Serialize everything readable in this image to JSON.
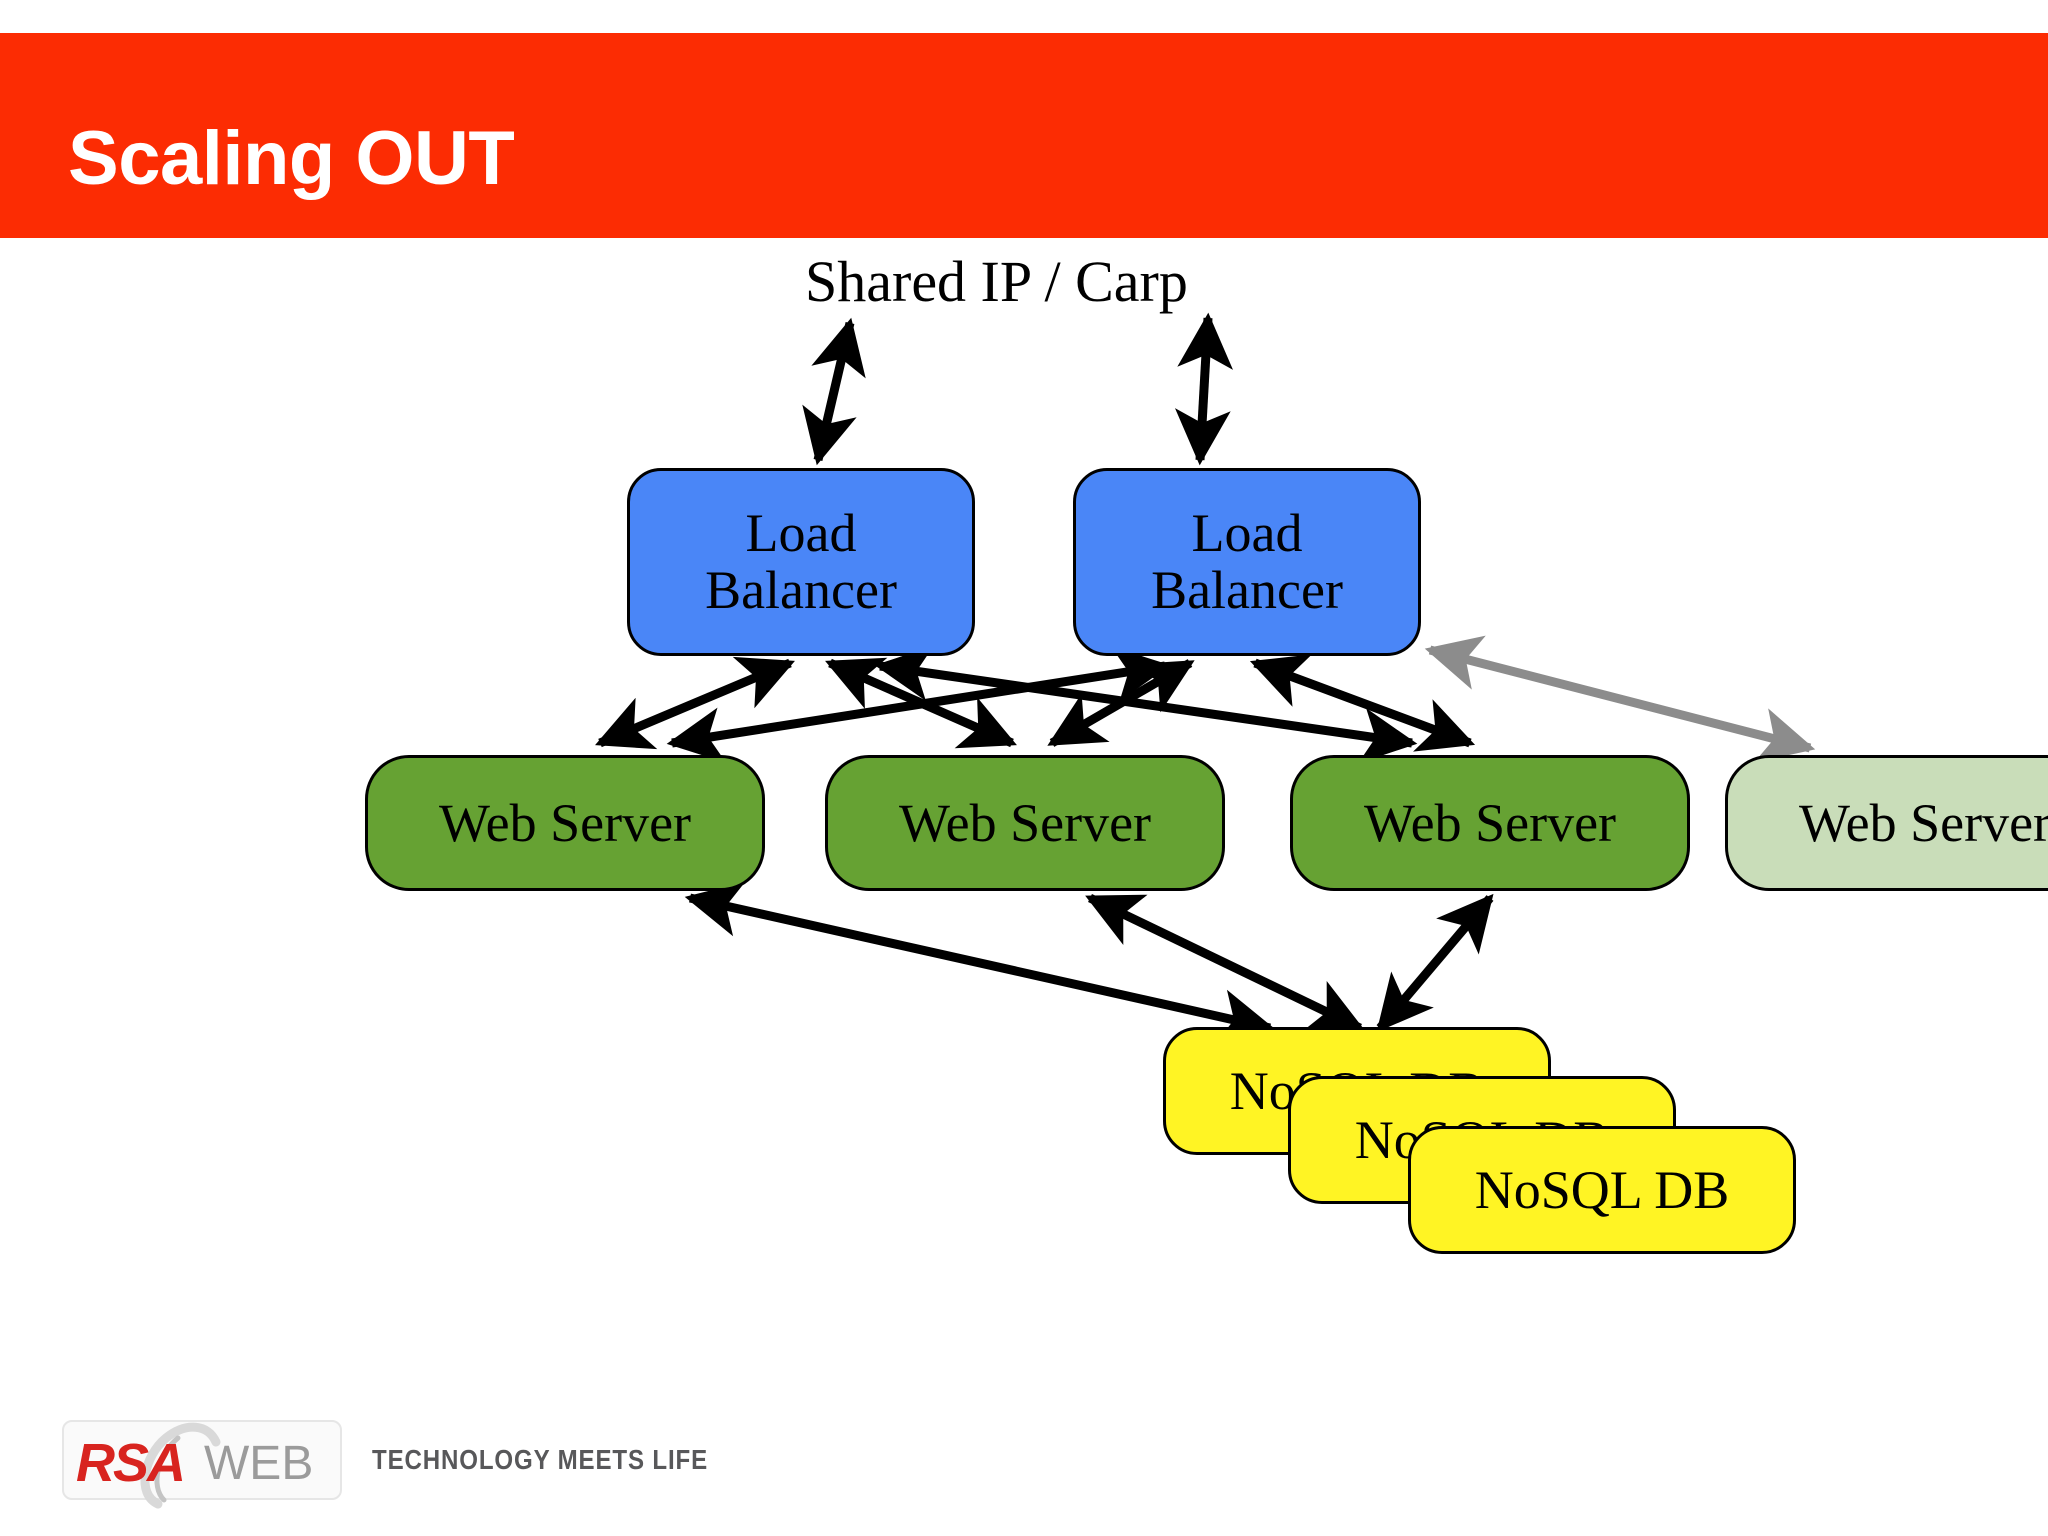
{
  "slide": {
    "title": "Scaling OUT",
    "title_bar_color": "#fc2c03",
    "background_color": "#ffffff"
  },
  "diagram": {
    "caption": "Shared IP / Carp",
    "load_balancers": [
      {
        "label": "Load\nBalancer",
        "line1": "Load",
        "line2": "Balancer",
        "color": "#4a86f7"
      },
      {
        "label": "Load\nBalancer",
        "line1": "Load",
        "line2": "Balancer",
        "color": "#4a86f7"
      }
    ],
    "web_servers": [
      {
        "label": "Web Server",
        "color": "#66a233",
        "state": "active"
      },
      {
        "label": "Web Server",
        "color": "#66a233",
        "state": "active"
      },
      {
        "label": "Web Server",
        "color": "#66a233",
        "state": "active"
      },
      {
        "label": "Web Server",
        "color": "#c9ddb9",
        "state": "faded"
      }
    ],
    "databases": [
      {
        "label": "NoSQL DB",
        "color": "#fff424"
      },
      {
        "label": "NoSQL DB",
        "color": "#fff424"
      },
      {
        "label": "NoSQL DB",
        "color": "#fff424"
      }
    ],
    "connector_color": "#000000",
    "faded_connector_color": "#8c8c8c"
  },
  "footer": {
    "logo_rsa": "RSA",
    "logo_web": "WEB",
    "tagline": "TECHNOLOGY MEETS LIFE",
    "logo_rsa_color": "#d8241f",
    "logo_web_color": "#9b9b9b"
  }
}
